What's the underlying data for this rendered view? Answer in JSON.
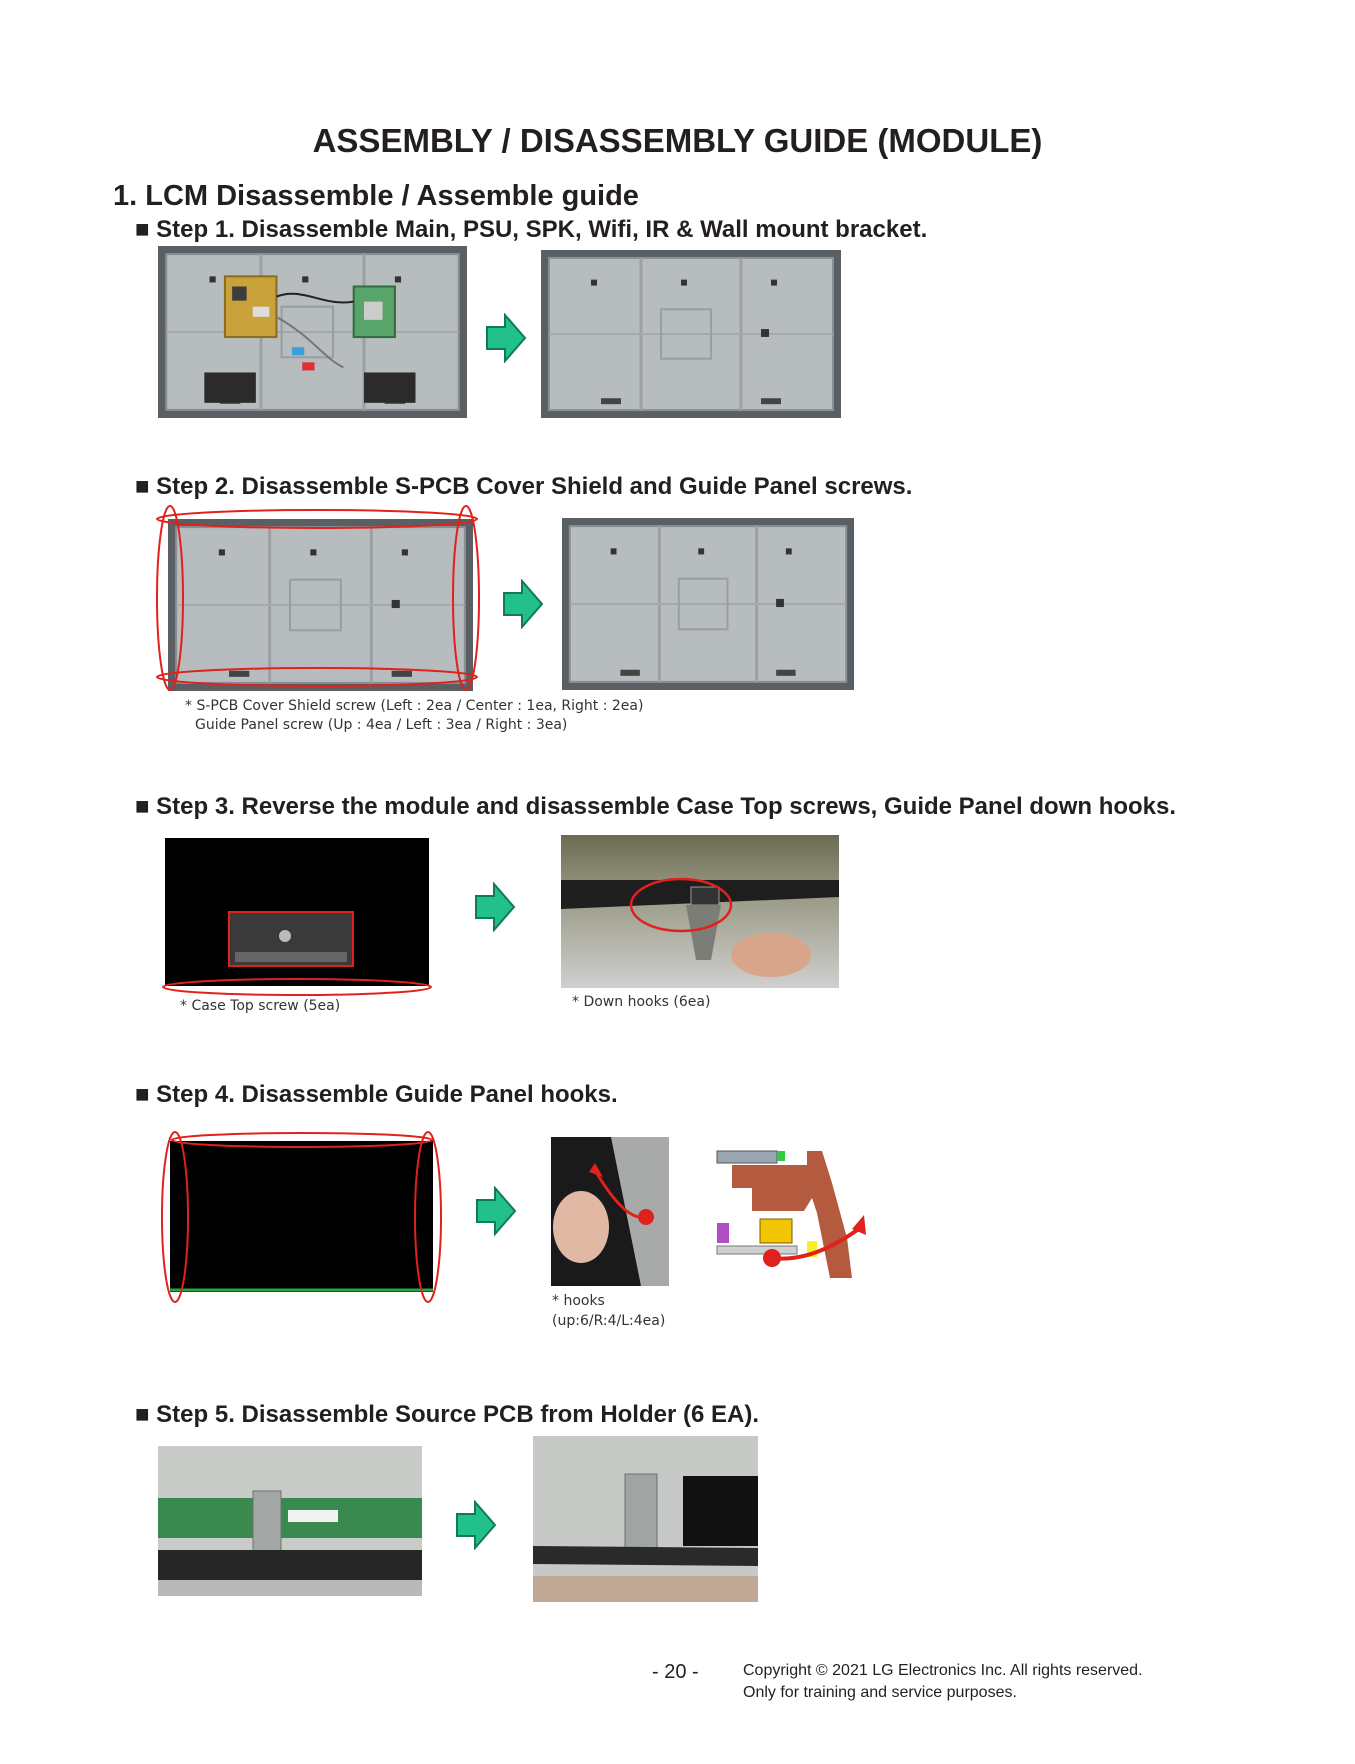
{
  "doc": {
    "title": "ASSEMBLY / DISASSEMBLY GUIDE (MODULE)",
    "section": "1. LCM Disassemble / Assemble guide",
    "accent_arrow": "#22c08a",
    "highlight_red": "#e0211c"
  },
  "steps": [
    {
      "label": "■ Step 1. Disassemble Main, PSU, SPK, Wifi, IR & Wall mount bracket."
    },
    {
      "label": "■ Step 2. Disassemble S-PCB Cover Shield and Guide Panel screws.",
      "notes": [
        "* S-PCB Cover Shield screw (Left : 2ea / Center : 1ea,  Right : 2ea)",
        "Guide Panel screw (Up : 4ea / Left : 3ea / Right : 3ea)"
      ]
    },
    {
      "label": "■ Step 3. Reverse the module and disassemble Case Top screws, Guide Panel down hooks.",
      "notes": [
        "* Case Top screw (5ea)",
        "* Down hooks (6ea)"
      ]
    },
    {
      "label": "■ Step 4. Disassemble Guide Panel hooks.",
      "notes": [
        "* hooks",
        "(up:6/R:4/L:4ea)"
      ]
    },
    {
      "label": "■ Step 5. Disassemble Source PCB from Holder (6 EA)."
    }
  ],
  "footer": {
    "page": "- 20 -",
    "copyright": "Copyright © 2021 LG Electronics Inc. All rights reserved.",
    "training": "Only for training and service purposes."
  }
}
